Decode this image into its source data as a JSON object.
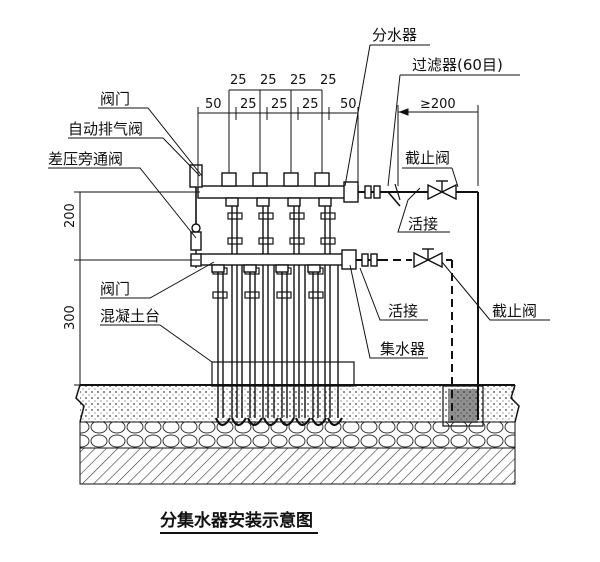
{
  "labels": {
    "distributor": "分水器",
    "filter": "过滤器(60目)",
    "valve_top": "阀门",
    "auto_vent": "自动排气阀",
    "bypass": "差压旁通阀",
    "stop_valve_1": "截止阀",
    "union_1": "活接",
    "valve_bottom": "阀门",
    "stop_valve_2": "截止阀",
    "concrete_base": "混凝土台",
    "union_2": "活接",
    "collector": "集水器"
  },
  "dims": {
    "d25_a": "25",
    "d25_b": "25",
    "d25_c": "25",
    "d25_d": "25",
    "d50_l": "50",
    "d25_e": "25",
    "d25_f": "25",
    "d25_g": "25",
    "d50_r": "50",
    "gt200": "≥200",
    "v200": "200",
    "v300": "300"
  },
  "caption": "分集水器安装示意图",
  "colors": {
    "line": "#111111",
    "fill_dark": "#222222"
  }
}
